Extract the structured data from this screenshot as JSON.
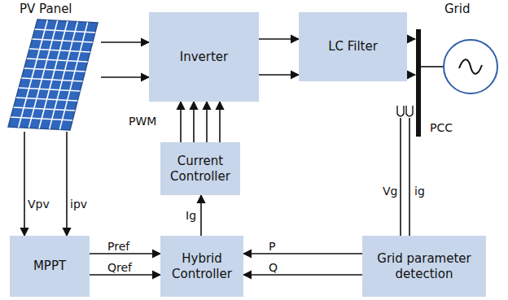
{
  "diagram": {
    "nodes": [
      {
        "text": [
          "PV Panel"
        ]
      },
      {
        "text": [
          "Inverter"
        ]
      },
      {
        "text": [
          "LC Filter"
        ]
      },
      {
        "text": [
          "Grid"
        ]
      },
      {
        "text": [
          "Current Controller"
        ]
      },
      {
        "text": [
          "MPPT"
        ]
      },
      {
        "text": [
          "Hybrid Controller"
        ]
      },
      {
        "text": [
          "Grid parameter detection"
        ]
      }
    ],
    "edges": [
      {
        "from": 0,
        "to": 1,
        "arrow": "to"
      },
      {
        "from": 0,
        "to": 1,
        "arrow": "to"
      },
      {
        "from": 1,
        "to": 2,
        "arrow": "to"
      },
      {
        "from": 1,
        "to": 2,
        "arrow": "to"
      },
      {
        "from": 0,
        "to": 5,
        "arrow": "to",
        "label": "Vpv"
      },
      {
        "from": 0,
        "to": 5,
        "arrow": "to",
        "label": "ipv"
      },
      {
        "from": 5,
        "to": 6,
        "arrow": "to",
        "label": "Pref"
      },
      {
        "from": 5,
        "to": 6,
        "arrow": "to",
        "label": "Qref"
      },
      {
        "from": 6,
        "to": 4,
        "arrow": "to",
        "label": "Ig"
      },
      {
        "from": 4,
        "to": 1,
        "arrow": "to"
      },
      {
        "from": 4,
        "to": 1,
        "arrow": "to"
      },
      {
        "from": 4,
        "to": 1,
        "arrow": "to"
      },
      {
        "from": 4,
        "to": 1,
        "arrow": "to"
      },
      {
        "from": 7,
        "to": 6,
        "arrow": "to",
        "label": "P"
      },
      {
        "from": 7,
        "to": 6,
        "arrow": "to",
        "label": "Q"
      }
    ],
    "labels": [
      "PWM",
      "PCC",
      "Vg",
      "ig"
    ]
  }
}
